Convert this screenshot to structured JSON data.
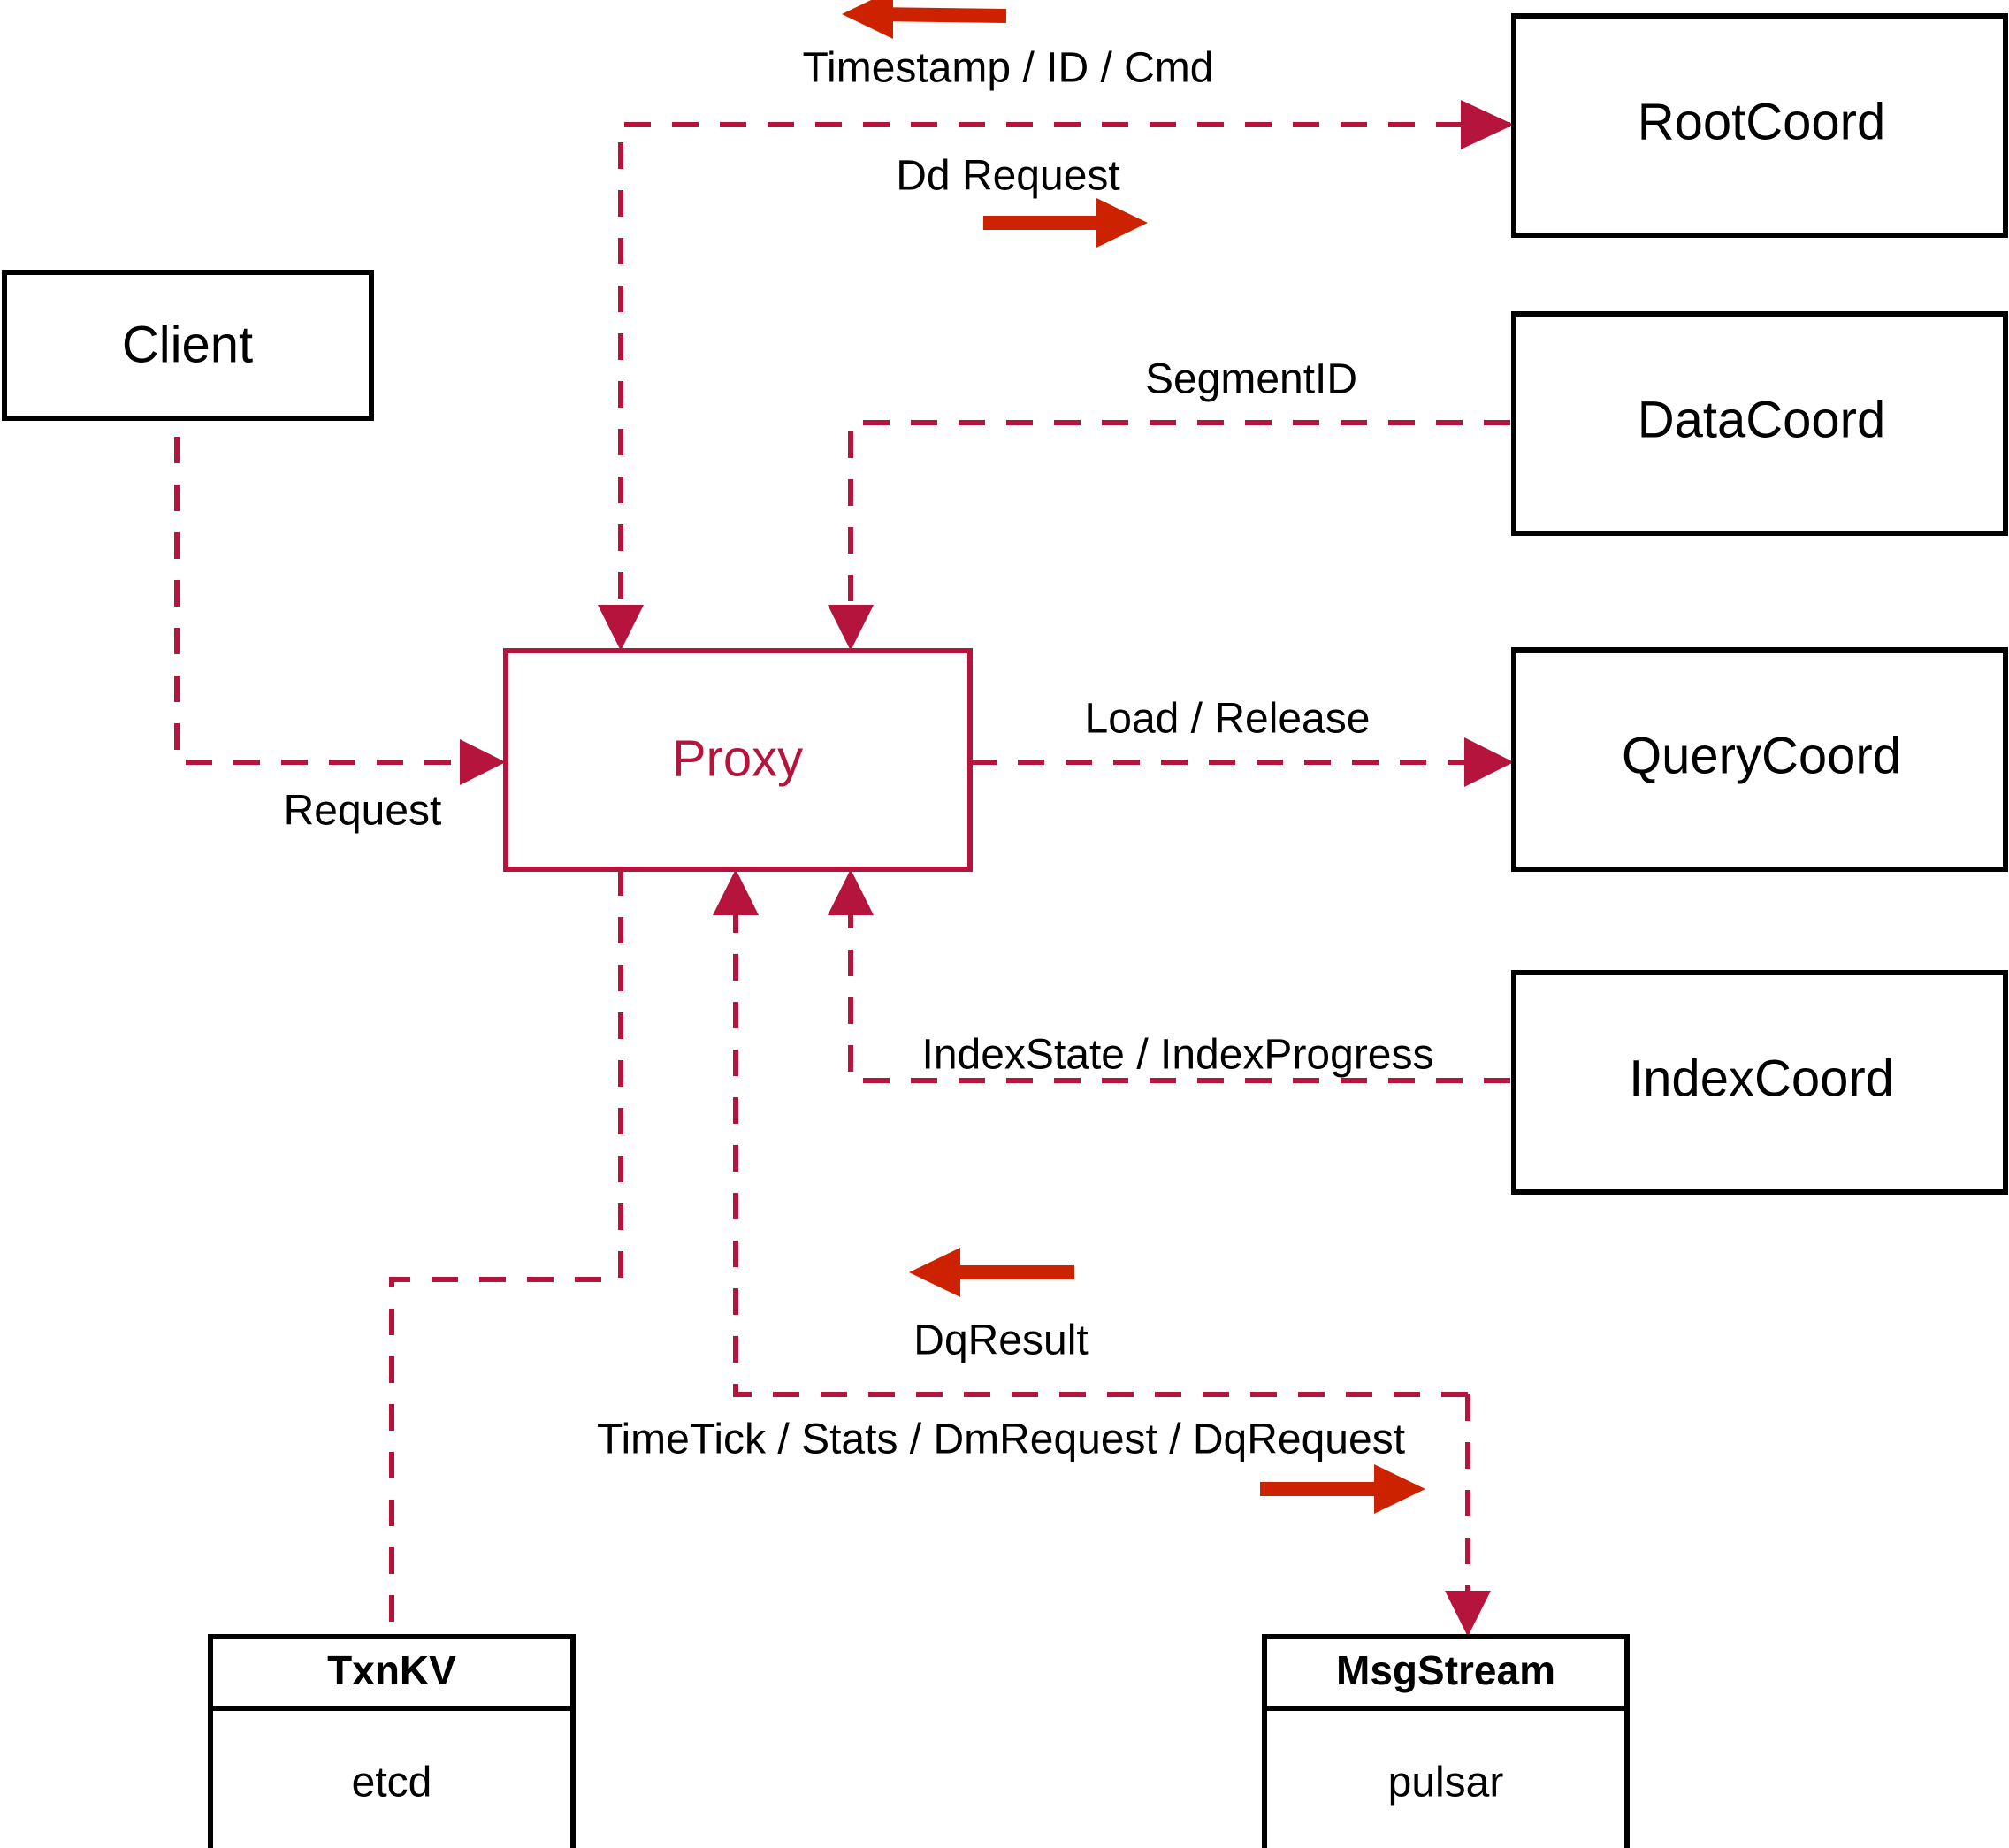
{
  "diagram": {
    "title": "Proxy architecture dataflow",
    "colors": {
      "accent_red": "#B5143C",
      "arrow_red": "#CC2200",
      "box_stroke": "#000000",
      "background": "#FFFFFF"
    },
    "nodes": {
      "client": {
        "label": "Client"
      },
      "proxy": {
        "label": "Proxy"
      },
      "root_coord": {
        "label": "RootCoord"
      },
      "data_coord": {
        "label": "DataCoord"
      },
      "query_coord": {
        "label": "QueryCoord"
      },
      "index_coord": {
        "label": "IndexCoord"
      },
      "txnkv": {
        "label": "TxnKV",
        "impl": "etcd"
      },
      "msgstream": {
        "label": "MsgStream",
        "impl": "pulsar"
      }
    },
    "edges": [
      {
        "id": "timestamp-id-cmd",
        "label": "Timestamp / ID / Cmd",
        "direction": "left",
        "from": "RootCoord",
        "to": "Proxy"
      },
      {
        "id": "dd-request",
        "label": "Dd Request",
        "direction": "right",
        "from": "Proxy",
        "to": "RootCoord"
      },
      {
        "id": "segment-id",
        "label": "SegmentID",
        "direction": "left",
        "from": "DataCoord",
        "to": "Proxy"
      },
      {
        "id": "request",
        "label": "Request",
        "direction": "right",
        "from": "Client",
        "to": "Proxy"
      },
      {
        "id": "load-release",
        "label": "Load / Release",
        "direction": "right",
        "from": "Proxy",
        "to": "QueryCoord"
      },
      {
        "id": "index-state-progress",
        "label": "IndexState / IndexProgress",
        "direction": "left",
        "from": "IndexCoord",
        "to": "Proxy"
      },
      {
        "id": "dq-result",
        "label": "DqResult",
        "direction": "left",
        "from": "MsgStream",
        "to": "Proxy"
      },
      {
        "id": "timetick-stats-dmrequest-dqrequest",
        "label": "TimeTick / Stats / DmRequest / DqRequest",
        "direction": "right",
        "from": "Proxy",
        "to": "MsgStream"
      },
      {
        "id": "proxy-txnkv",
        "label": "",
        "direction": "down",
        "from": "Proxy",
        "to": "TxnKV"
      }
    ]
  }
}
